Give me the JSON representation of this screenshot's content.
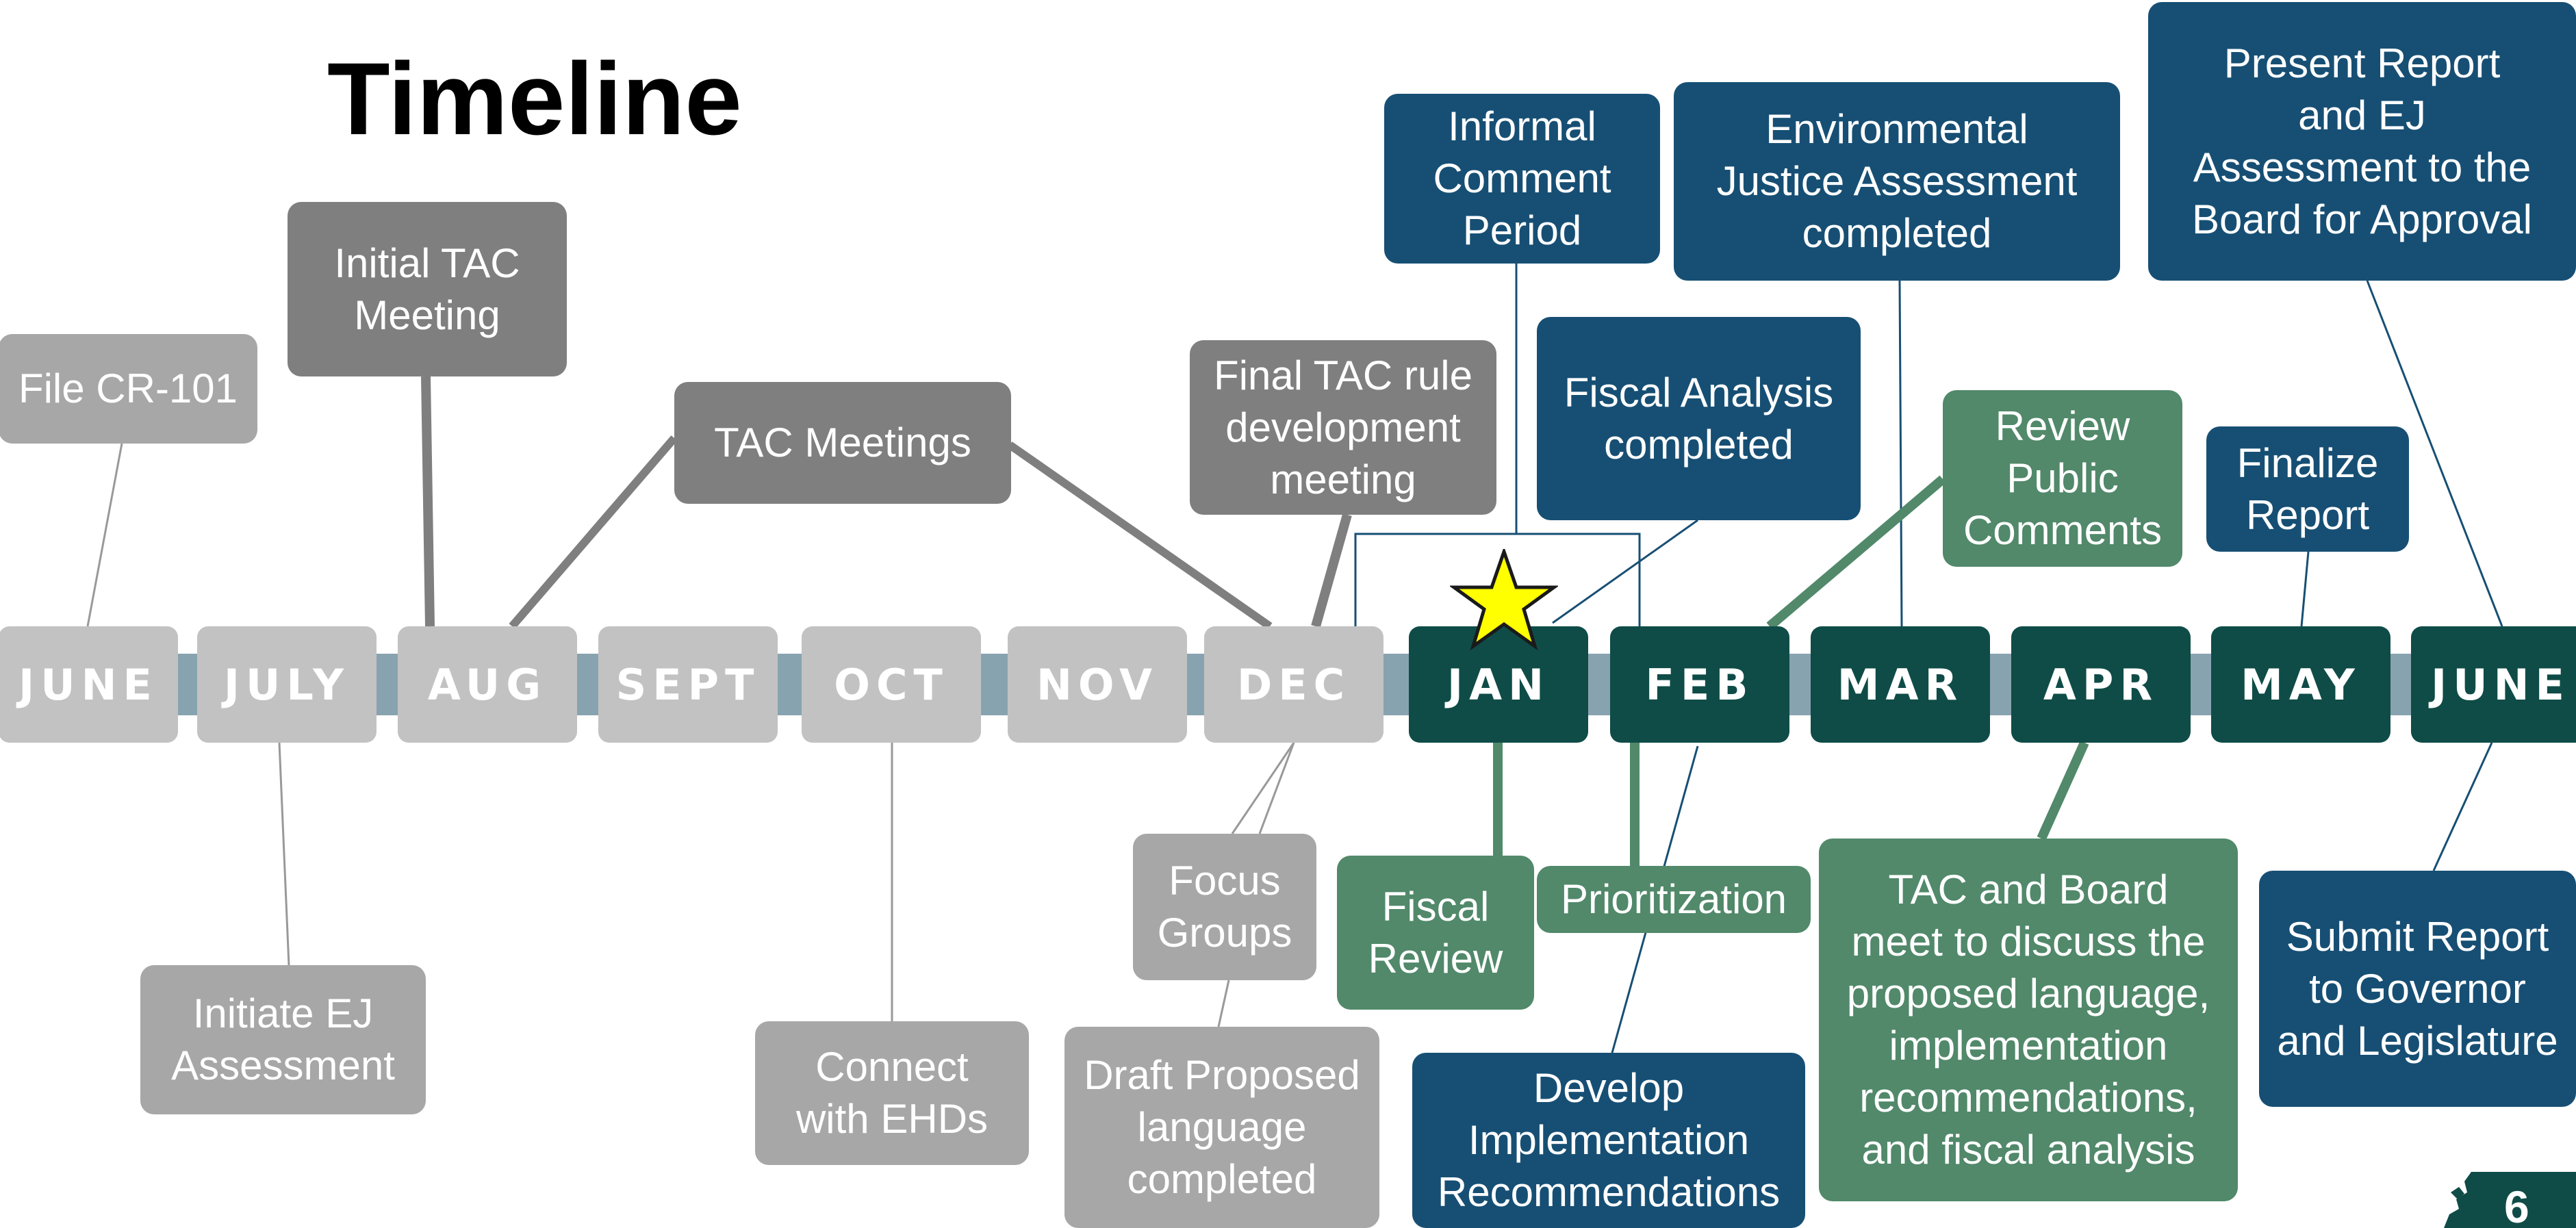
{
  "slide": {
    "title": "Timeline",
    "page_number": "6"
  },
  "months": [
    {
      "label": "JUNE",
      "status": "past"
    },
    {
      "label": "JULY",
      "status": "past"
    },
    {
      "label": "AUG",
      "status": "past"
    },
    {
      "label": "SEPT",
      "status": "past"
    },
    {
      "label": "OCT",
      "status": "past"
    },
    {
      "label": "NOV",
      "status": "past"
    },
    {
      "label": "DEC",
      "status": "past"
    },
    {
      "label": "JAN",
      "status": "current"
    },
    {
      "label": "FEB",
      "status": "future"
    },
    {
      "label": "MAR",
      "status": "future"
    },
    {
      "label": "APR",
      "status": "future"
    },
    {
      "label": "MAY",
      "status": "future"
    },
    {
      "label": "JUNE",
      "status": "future"
    }
  ],
  "milestones": {
    "file_cr101": "File CR-101",
    "initial_tac": "Initial TAC\nMeeting",
    "tac_meetings": "TAC Meetings",
    "final_tac": "Final TAC rule\ndevelopment\nmeeting",
    "informal_comment": "Informal\nComment\nPeriod",
    "ej_assessment": "Environmental\nJustice Assessment\ncompleted",
    "present_report": "Present Report\nand EJ\nAssessment to the\nBoard for Approval",
    "fiscal_analysis": "Fiscal Analysis\ncompleted",
    "review_public": "Review\nPublic\nComments",
    "finalize_report": "Finalize\nReport",
    "initiate_ej": "Initiate EJ\nAssessment",
    "connect_ehds": "Connect\nwith EHDs",
    "focus_groups": "Focus\nGroups",
    "draft_language": "Draft Proposed\nlanguage\ncompleted",
    "fiscal_review": "Fiscal\nReview",
    "prioritization": "Prioritization",
    "develop_impl": "Develop\nImplementation\nRecommendations",
    "tac_board": "TAC and Board\nmeet to discuss the\nproposed language,\nimplementation\nrecommendations,\nand fiscal analysis",
    "submit_report": "Submit Report\nto Governor\nand Legislature"
  },
  "colors": {
    "past_month": "#c2c2c2",
    "future_month": "#0f4c47",
    "axis_past": "#88a3b0",
    "axis_future": "#88a3b0",
    "gray_box_dark": "#7f7f7f",
    "gray_box_light": "#a7a7a7",
    "blue_box": "#174f74",
    "green_box": "#51896a",
    "star": "#ffff00",
    "page_badge": "#0f4c47"
  },
  "icons": {
    "current_marker": "star-icon",
    "state_badge": "washington-state-icon"
  }
}
